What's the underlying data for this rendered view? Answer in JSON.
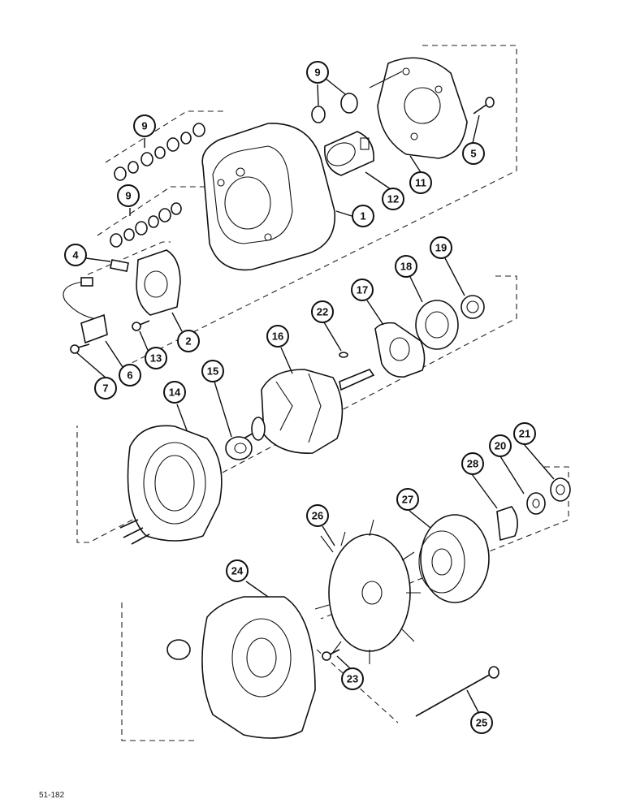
{
  "diagram": {
    "reference_code": "51-182",
    "callouts": [
      {
        "id": "c1",
        "label": "1"
      },
      {
        "id": "c2",
        "label": "2"
      },
      {
        "id": "c4",
        "label": "4"
      },
      {
        "id": "c5",
        "label": "5"
      },
      {
        "id": "c6",
        "label": "6"
      },
      {
        "id": "c7",
        "label": "7"
      },
      {
        "id": "c9a",
        "label": "9"
      },
      {
        "id": "c9b",
        "label": "9"
      },
      {
        "id": "c9c",
        "label": "9"
      },
      {
        "id": "c11",
        "label": "11"
      },
      {
        "id": "c12",
        "label": "12"
      },
      {
        "id": "c13",
        "label": "13"
      },
      {
        "id": "c14",
        "label": "14"
      },
      {
        "id": "c15",
        "label": "15"
      },
      {
        "id": "c16",
        "label": "16"
      },
      {
        "id": "c17",
        "label": "17"
      },
      {
        "id": "c18",
        "label": "18"
      },
      {
        "id": "c19",
        "label": "19"
      },
      {
        "id": "c20",
        "label": "20"
      },
      {
        "id": "c21",
        "label": "21"
      },
      {
        "id": "c22",
        "label": "22"
      },
      {
        "id": "c23",
        "label": "23"
      },
      {
        "id": "c24",
        "label": "24"
      },
      {
        "id": "c25",
        "label": "25"
      },
      {
        "id": "c26",
        "label": "26"
      },
      {
        "id": "c27",
        "label": "27"
      },
      {
        "id": "c28",
        "label": "28"
      }
    ]
  }
}
